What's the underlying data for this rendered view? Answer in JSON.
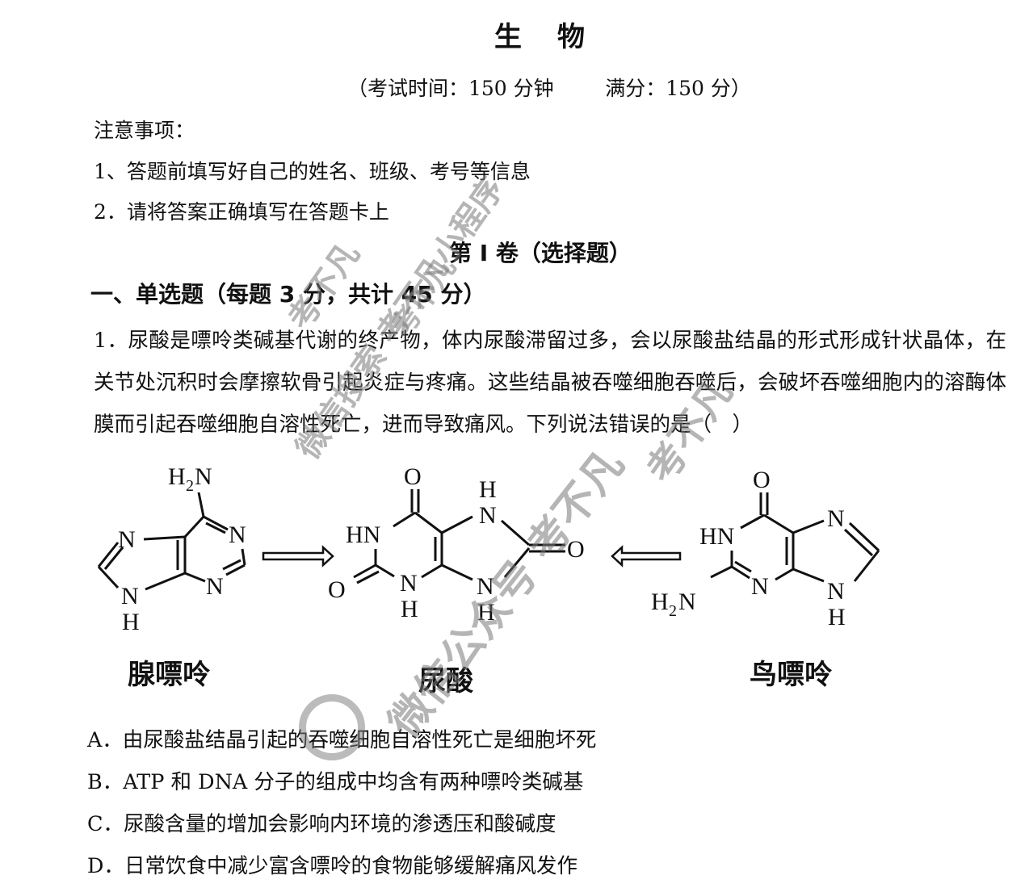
{
  "header": {
    "title": "生物",
    "exam_time_label": "（考试时间：150 分钟",
    "full_score_label": "满分：150 分）"
  },
  "notes": {
    "heading": "注意事项：",
    "items": [
      "1、答题前填写好自己的姓名、班级、考号等信息",
      "2．请将答案正确填写在答题卡上"
    ]
  },
  "section": {
    "title": "第 I 卷（选择题）",
    "part_title": "一、单选题（每题 3 分，共计 45 分）"
  },
  "question": {
    "number": "1．",
    "text": "1．尿酸是嘌呤类碱基代谢的终产物，体内尿酸滞留过多，会以尿酸盐结晶的形式形成针状晶体，在关节处沉积时会摩擦软骨引起炎症与疼痛。这些结晶被吞噬细胞吞噬后，会破坏吞噬细胞内的溶酶体膜而引起吞噬细胞自溶性死亡，进而导致痛风。下列说法错误的是（　）",
    "diagram": {
      "molecules": [
        {
          "name": "腺嘌呤",
          "atoms": [
            "H₂N",
            "N",
            "N",
            "N",
            "N",
            "H"
          ]
        },
        {
          "name": "尿酸",
          "atoms": [
            "O",
            "HN",
            "H",
            "N",
            "O",
            "O",
            "N",
            "H",
            "N",
            "H"
          ]
        },
        {
          "name": "鸟嘌呤",
          "atoms": [
            "O",
            "HN",
            "N",
            "H₂N",
            "N",
            "N",
            "H"
          ]
        }
      ],
      "arrows": [
        "adenine-to-uric-acid",
        "guanine-to-uric-acid"
      ]
    },
    "options": [
      {
        "letter": "A．",
        "text": "由尿酸盐结晶引起的吞噬细胞自溶性死亡是细胞坏死"
      },
      {
        "letter": "B．",
        "text": "ATP 和 DNA 分子的组成中均含有两种嘌呤类碱基"
      },
      {
        "letter": "C．",
        "text": "尿酸含量的增加会影响内环境的渗透压和酸碱度"
      },
      {
        "letter": "D．",
        "text": "日常饮食中减少富含嘌呤的食物能够缓解痛风发作"
      }
    ]
  },
  "watermark": {
    "texts": [
      "考不凡",
      "考不凡",
      "微信搜索 考不凡小程序",
      "微信公众号 考不凡",
      "考不凡"
    ]
  }
}
